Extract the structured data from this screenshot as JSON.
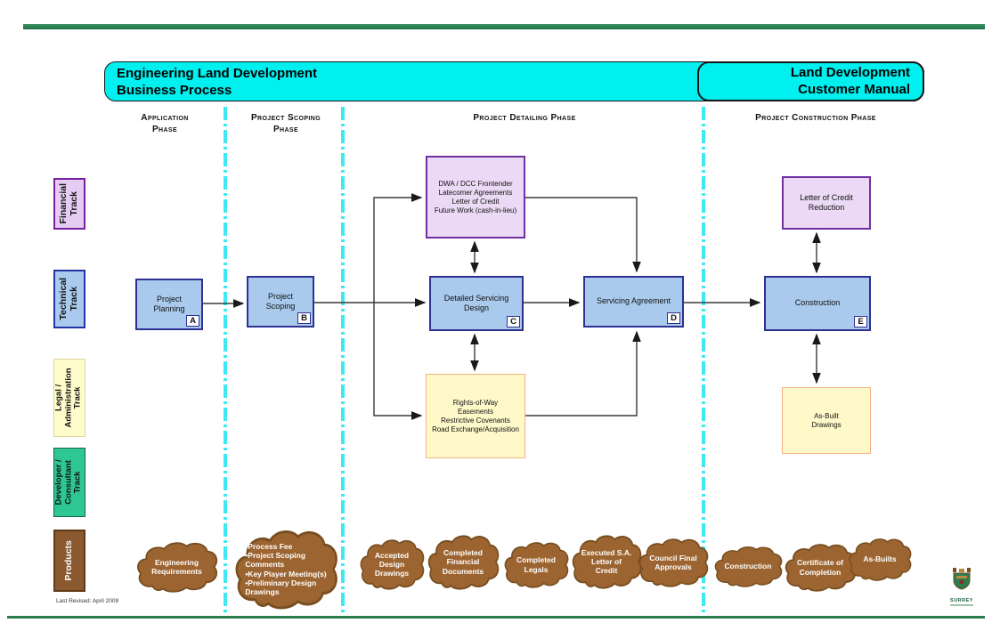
{
  "header": {
    "left_title": "Engineering Land Development\nBusiness Process",
    "right_title": "Land Development\nCustomer Manual"
  },
  "phases": [
    {
      "label": "Application\nPhase"
    },
    {
      "label": "Project Scoping\nPhase"
    },
    {
      "label": "Project Detailing Phase"
    },
    {
      "label": "Project Construction Phase"
    }
  ],
  "tracks": [
    {
      "label": "Financial\nTrack"
    },
    {
      "label": "Technical\nTrack"
    },
    {
      "label": "Legal /\nAdministration\nTrack"
    },
    {
      "label": "Developer /\nConsultant\nTrack"
    },
    {
      "label": "Products"
    }
  ],
  "boxes": {
    "project_planning": {
      "label": "Project\nPlanning",
      "badge": "A"
    },
    "project_scoping": {
      "label": "Project\nScoping",
      "badge": "B"
    },
    "dwa_frontender": {
      "label": "DWA / DCC Frontender\nLatecomer Agreements\nLetter of Credit\nFuture Work (cash-in-lieu)"
    },
    "detailed_design": {
      "label": "Detailed Servicing\nDesign",
      "badge": "C"
    },
    "servicing_agreement": {
      "label": "Servicing Agreement",
      "badge": "D"
    },
    "rights_of_way": {
      "label": "Rights-of-Way\nEasements\nRestrictive Covenants\nRoad Exchange/Acquisition"
    },
    "loc_reduction": {
      "label": "Letter of Credit\nReduction"
    },
    "construction": {
      "label": "Construction",
      "badge": "E"
    },
    "as_built": {
      "label": "As-Built\nDrawings"
    }
  },
  "products": [
    {
      "label": "Engineering\nRequirements"
    },
    {
      "label": "•Process Fee\n•Project Scoping\n Comments\n•Key Player Meeting(s)\n•Preliminary Design\n Drawings"
    },
    {
      "label": "Accepted\nDesign\nDrawings"
    },
    {
      "label": "Completed\nFinancial\nDocuments"
    },
    {
      "label": "Completed\nLegals"
    },
    {
      "label": "Executed S.A.\nLetter of\nCredit"
    },
    {
      "label": "Council Final\nApprovals"
    },
    {
      "label": "Construction"
    },
    {
      "label": "Certificate of\nCompletion"
    },
    {
      "label": "As-Builts"
    }
  ],
  "footer": {
    "revision": "Last Revised: April 2009",
    "logo_text": "SURREY"
  },
  "colors": {
    "banner_cyan": "#00efef",
    "rule_green": "#2b7b4c",
    "divider_cyan": "#3fe9f2",
    "box_blue_fill": "#a9caec",
    "box_blue_border": "#2e3192",
    "box_purple_fill": "#ebd9f5",
    "box_purple_border": "#7030a0",
    "box_yellow_fill": "#fff9c9",
    "box_yellow_border": "#f4b183",
    "track_green_fill": "#2ec794",
    "track_brown_fill": "#8a5930",
    "cloud_brown_fill": "#9c6430",
    "cloud_brown_border": "#774e20"
  }
}
